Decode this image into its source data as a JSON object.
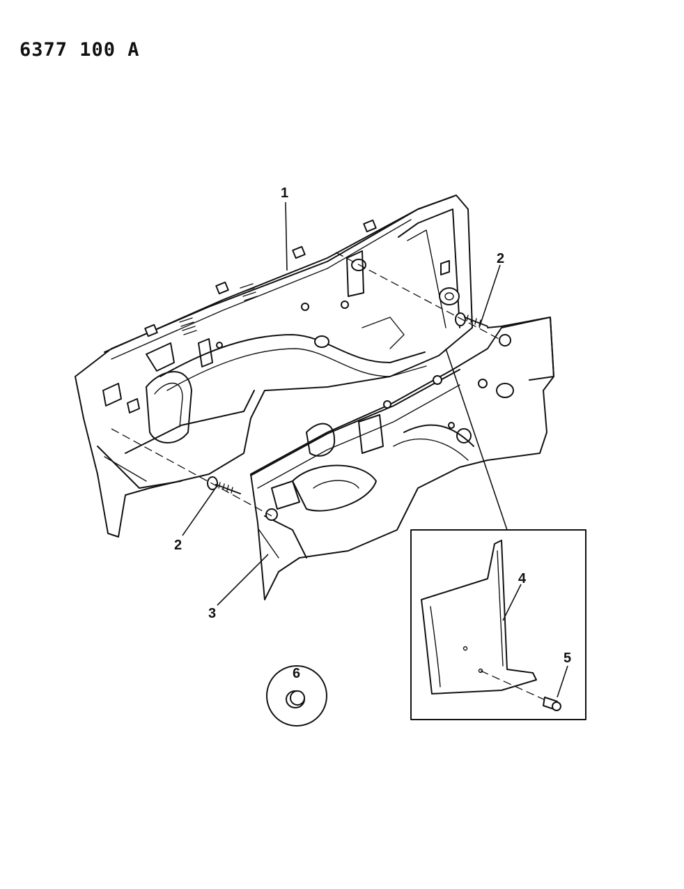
{
  "header": {
    "part_number": "6377 100 A"
  },
  "callouts": [
    {
      "id": "c1",
      "label": "1"
    },
    {
      "id": "c2a",
      "label": "2"
    },
    {
      "id": "c2b",
      "label": "2"
    },
    {
      "id": "c3",
      "label": "3"
    },
    {
      "id": "c4",
      "label": "4"
    },
    {
      "id": "c5",
      "label": "5"
    },
    {
      "id": "c6",
      "label": "6"
    }
  ]
}
